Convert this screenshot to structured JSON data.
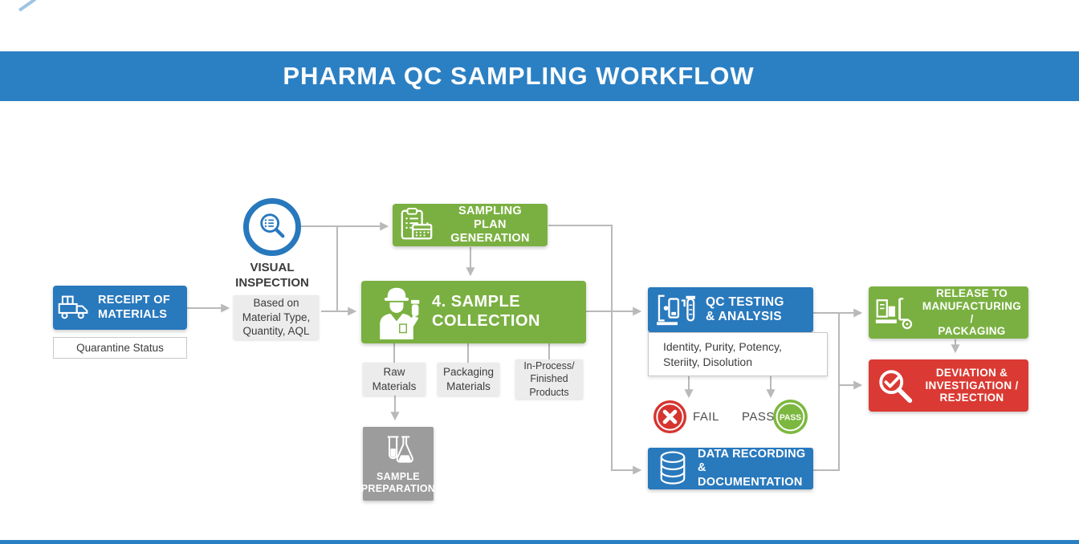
{
  "header": {
    "title": "PHARMA QC SAMPLING WORKFLOW"
  },
  "colors": {
    "banner_blue": "#2b80c4",
    "box_blue": "#2979bd",
    "green": "#7ab041",
    "red": "#da3a33",
    "fail_red": "#d63430",
    "pass_green": "#7cb83f",
    "gray_box": "#9c9c9c",
    "light_gray": "#ececec",
    "arrow_gray": "#b9b9b9",
    "text_dark": "#3c3c3c"
  },
  "icons": {
    "receipt": "truck-icon",
    "visual_inspection": "magnifier-checklist-icon",
    "sampling_plan": "clipboard-calendar-icon",
    "sample_collection": "worker-vial-icon",
    "sample_preparation": "tube-flask-icon",
    "qc_testing": "analyzer-icon",
    "fail": "x-circle-icon",
    "pass": "pass-circle-icon",
    "data_recording": "database-icon",
    "release": "forklift-icon",
    "deviation": "magnifier-check-icon"
  },
  "diagram": {
    "receipt": {
      "line1": "RECEIPT OF",
      "line2": "MATERIALS"
    },
    "quarantine": {
      "label": "Quarantine Status"
    },
    "visual_inspection": {
      "line1": "VISUAL",
      "line2": "INSPECTION"
    },
    "based_on": {
      "line1": "Based on",
      "line2": "Material Type,",
      "line3": "Quantity, AQL"
    },
    "sampling_plan": {
      "line1": "SAMPLING PLAN",
      "line2": "GENERATION"
    },
    "sample_collection": {
      "line1": "4. SAMPLE",
      "line2": "COLLECTION"
    },
    "raw_materials": {
      "line1": "Raw",
      "line2": "Materials"
    },
    "packaging_materials": {
      "line1": "Packaging",
      "line2": "Materials"
    },
    "in_process": {
      "line1": "In-Process/",
      "line2": "Finished",
      "line3": "Products"
    },
    "sample_preparation": {
      "line1": "SAMPLE",
      "line2": "PREPARATION"
    },
    "qc_testing": {
      "line1": "QC TESTING",
      "line2": "& ANALYSIS"
    },
    "qc_tests": {
      "line1": "Identity, Purity, Potency,",
      "line2": "Steriity, Disolution"
    },
    "fail": {
      "label": "FAIL"
    },
    "pass": {
      "label": "PASS",
      "badge": "PASS"
    },
    "data_recording": {
      "line1": "DATA RECORDING &",
      "line2": "DOCUMENTATION"
    },
    "release": {
      "line1": "RELEASE TO",
      "line2": "MANUFACTURING /",
      "line3": "PACKAGING"
    },
    "deviation": {
      "line1": "DEVIATION &",
      "line2": "INVESTIGATION /",
      "line3": "REJECTION"
    }
  }
}
